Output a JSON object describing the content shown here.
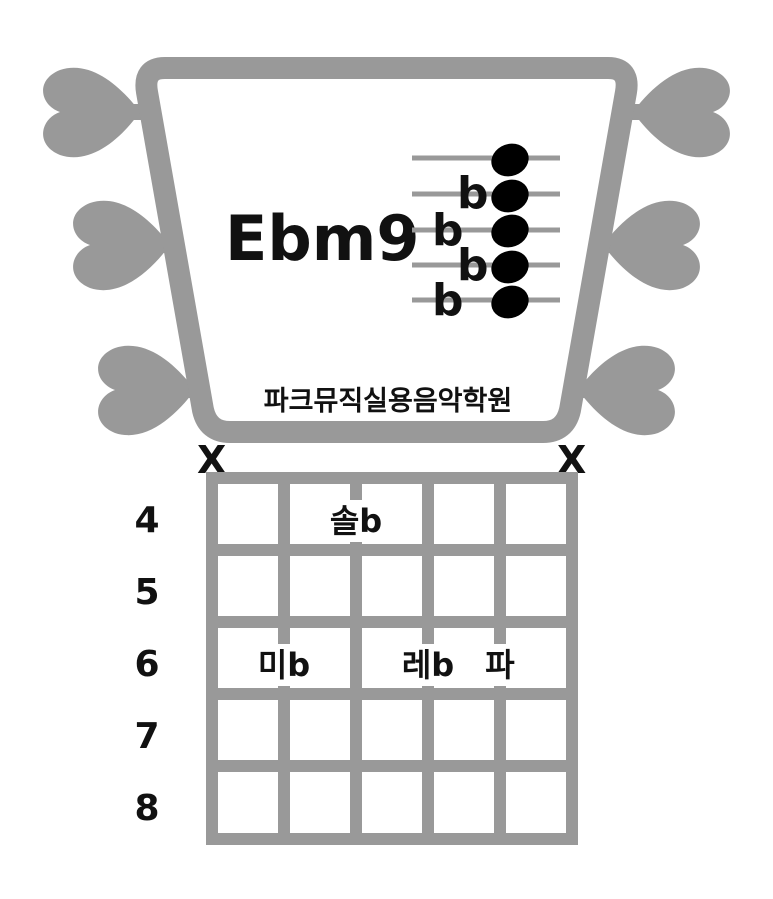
{
  "chord": {
    "name": "Ebm9",
    "academy": "파크뮤직실용음악학원",
    "flat_symbol": "b",
    "staff_accidentals": [
      "b",
      "b",
      "b",
      "b"
    ]
  },
  "fretboard": {
    "muted_markers": [
      "X",
      "X"
    ],
    "fret_numbers": [
      "4",
      "5",
      "6",
      "7",
      "8"
    ],
    "note_labels": [
      {
        "text": "솔b",
        "fret": "4",
        "string_col": 2
      },
      {
        "text": "미b",
        "fret": "6",
        "string_col": 1
      },
      {
        "text": "레b",
        "fret": "6",
        "string_col": 3
      },
      {
        "text": "파",
        "fret": "6",
        "string_col": 4
      }
    ]
  },
  "colors": {
    "frame": "#999999",
    "text": "#111111",
    "note": "#000000",
    "background": "#ffffff"
  }
}
